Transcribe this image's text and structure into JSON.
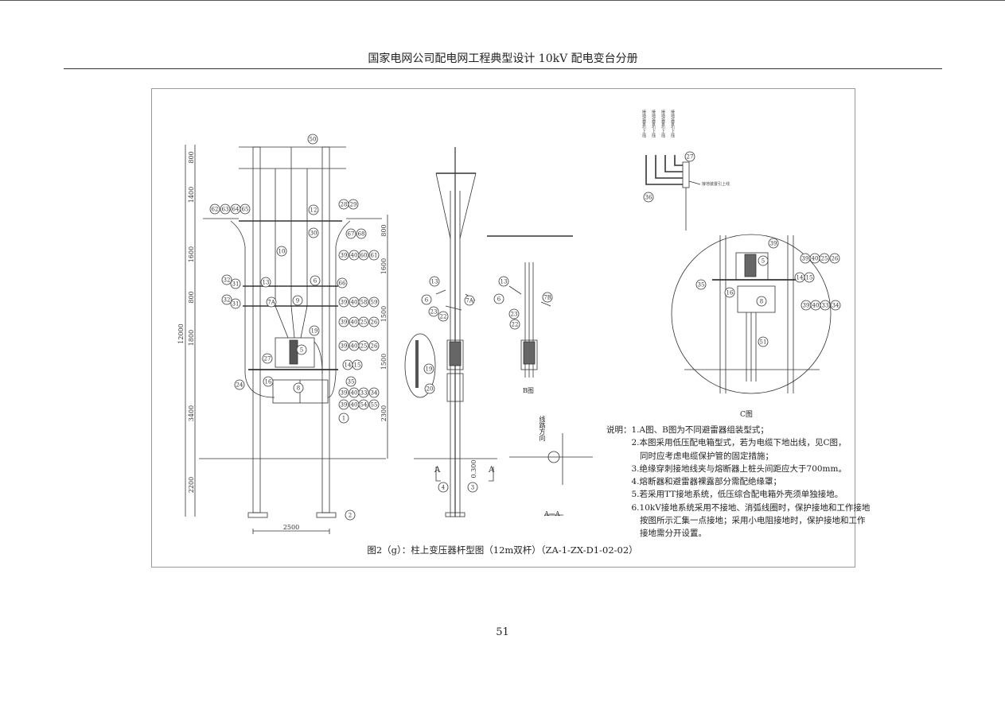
{
  "header": {
    "title": "国家电网公司配电网工程典型设计    10kV 配电变台分册"
  },
  "page_number": "51",
  "figure": {
    "caption": "图2（g）：柱上变压器杆型图（12m双杆）（ZA-1-ZX-D1-02-02）",
    "b_view_label": "B图",
    "c_view_label": "C图",
    "section_label": "A—A",
    "section_mark": "A",
    "line_direction": "线路方向",
    "ground_lead_label": "接地装置引上线",
    "left_dims": [
      "800",
      "1400",
      "1600",
      "800",
      "1800",
      "3400",
      "2200"
    ],
    "total_height": "12000",
    "right_dims": [
      "800",
      "1600",
      "1500",
      "1500",
      "2300"
    ],
    "bottom_dim": "2500",
    "side_dim": "0.300",
    "vertical_labels": [
      "接地装置引上线",
      "接地装置引上线",
      "接地装置引上线",
      "接地装置引上线"
    ],
    "callouts": [
      "50",
      "62",
      "63",
      "64",
      "65",
      "28",
      "29",
      "12",
      "30",
      "67",
      "68",
      "10",
      "39",
      "40",
      "60",
      "61",
      "32",
      "31",
      "13",
      "6",
      "66",
      "32",
      "31",
      "7A",
      "9",
      "39",
      "40",
      "58",
      "59",
      "19",
      "39",
      "40",
      "25",
      "26",
      "39",
      "40",
      "25",
      "26",
      "5",
      "27",
      "14",
      "15",
      "16",
      "35",
      "8",
      "24",
      "39",
      "40",
      "33",
      "34",
      "39",
      "40",
      "54",
      "55",
      "1",
      "2",
      "13",
      "6",
      "7A",
      "23",
      "22",
      "4",
      "3",
      "13",
      "6",
      "7B",
      "23",
      "22",
      "19",
      "20",
      "27",
      "36",
      "39",
      "5",
      "39",
      "40",
      "25",
      "26",
      "35",
      "14",
      "15",
      "16",
      "8",
      "39",
      "40",
      "33",
      "34",
      "51"
    ]
  },
  "notes": {
    "lines": [
      "说明：1.A图、B图为不同避雷器组装型式；",
      "　　　2.本图采用低压配电箱型式，若为电缆下地出线，见C图，",
      "　　　　同时应考虑电缆保护管的固定措施；",
      "　　　3.绝缘穿刺接地线夹与熔断器上桩头间距应大于700mm。",
      "　　　4.熔断器和避雷器裸露部分需配绝缘罩；",
      "　　　5.若采用TT接地系统，低压综合配电箱外壳须单独接地。",
      "　　　6.10kV接地系统采用不接地、消弧线圈时，保护接地和工作接地",
      "　　　　按图所示汇集一点接地；采用小电阻接地时，保护接地和工作",
      "　　　　接地需分开设置。"
    ]
  }
}
